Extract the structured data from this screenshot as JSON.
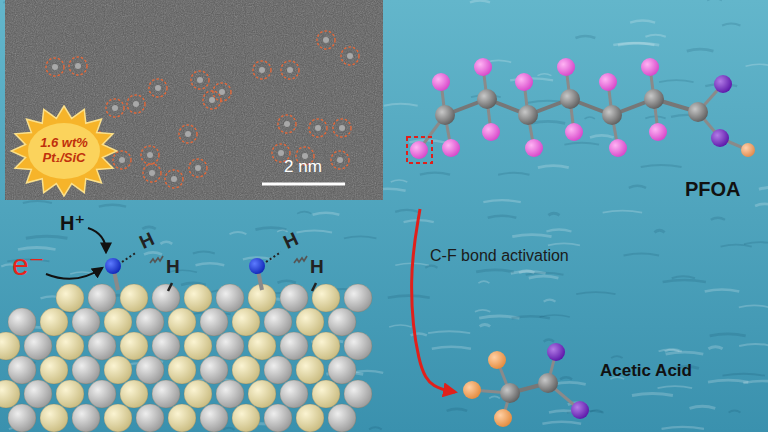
{
  "diagram": {
    "nodes": [
      {
        "text": [
          "2 nm"
        ]
      },
      {
        "text": [
          "1.6 wt% Pt₁/SiC"
        ],
        "in": 0
      },
      {
        "text": [
          "PFOA"
        ]
      },
      {
        "text": [
          "Acetic Acid"
        ]
      }
    ],
    "edges": [
      {
        "from": 2,
        "to": 3,
        "arrow": "to",
        "label": "C-F bond activation"
      }
    ],
    "labels": [
      "H⁺",
      "e⁻",
      "H",
      "H",
      "H",
      "H"
    ]
  }
}
